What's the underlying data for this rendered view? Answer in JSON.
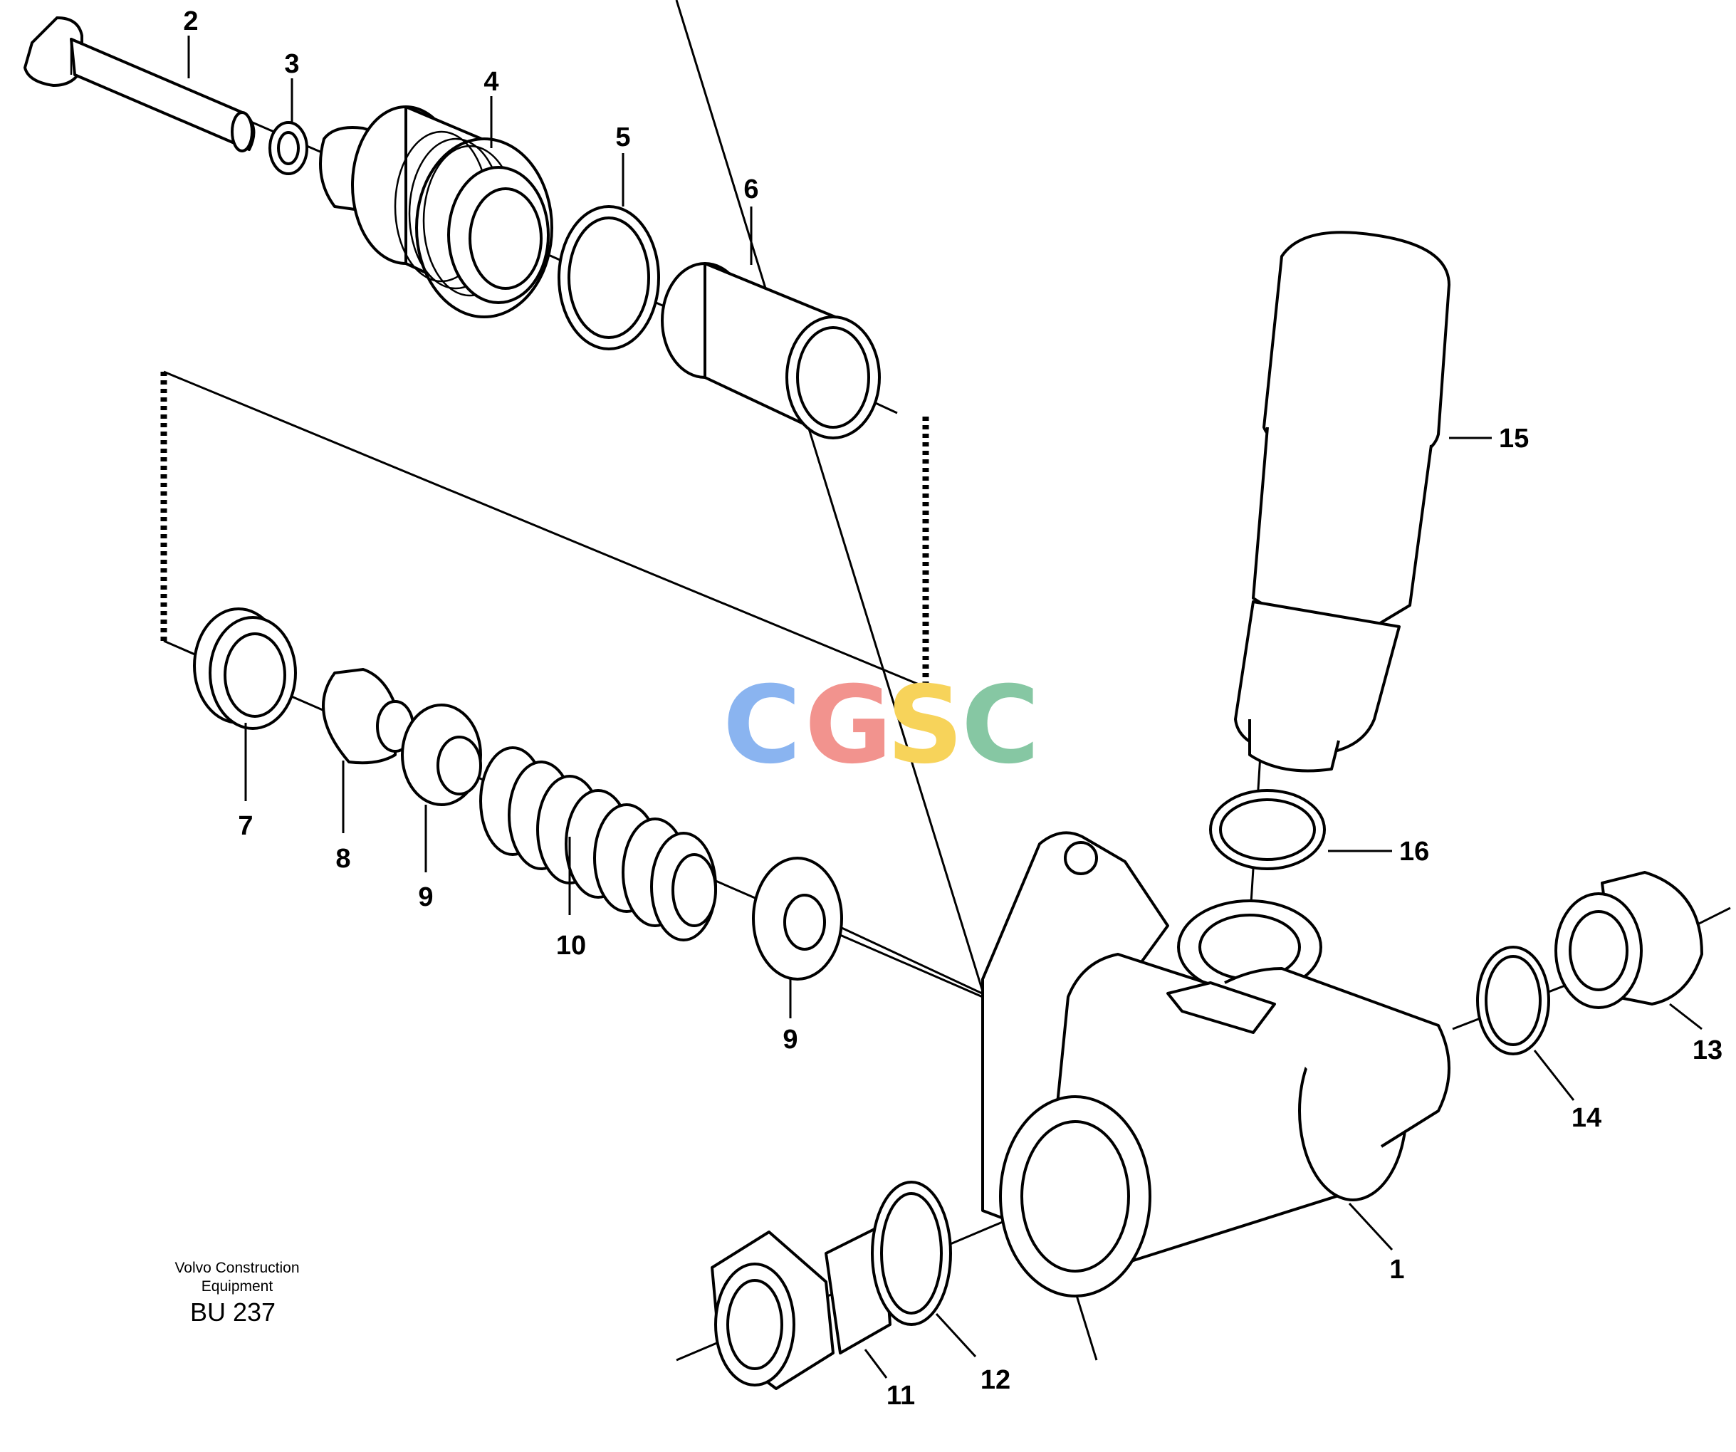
{
  "diagram": {
    "watermark": {
      "letters": [
        "C",
        "G",
        "S",
        "C"
      ],
      "colors": [
        "#8ab4f0",
        "#f2938e",
        "#f7d35a",
        "#86c7a3"
      ]
    },
    "callouts": {
      "c1": "1",
      "c2": "2",
      "c3": "3",
      "c4": "4",
      "c5": "5",
      "c6": "6",
      "c7": "7",
      "c8": "8",
      "c9a": "9",
      "c9b": "9",
      "c10": "10",
      "c11": "11",
      "c12": "12",
      "c13": "13",
      "c14": "14",
      "c15": "15",
      "c16": "16"
    },
    "credit": {
      "line1": "Volvo Construction",
      "line2": "Equipment",
      "code": "BU 237"
    }
  }
}
